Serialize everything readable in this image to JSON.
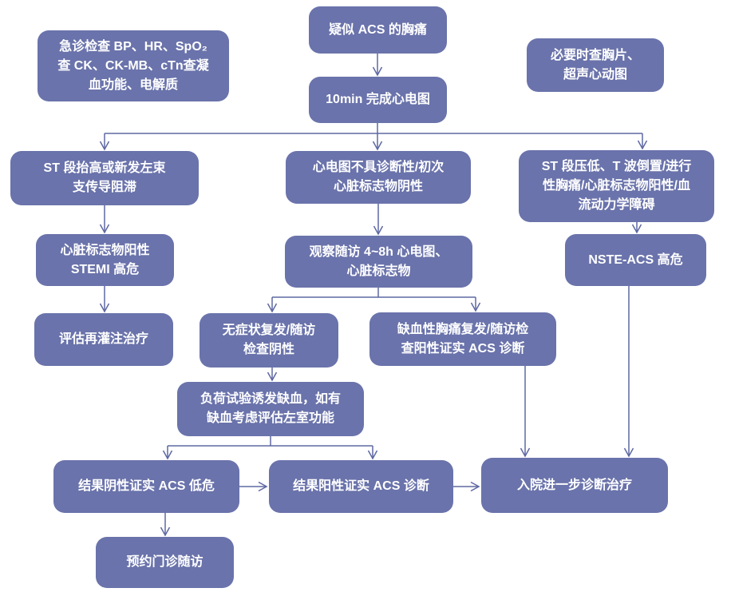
{
  "diagram": {
    "colors": {
      "node_fill": "#6a73ab",
      "node_text": "#ffffff",
      "connector": "#5e68a2",
      "background": "#ffffff"
    },
    "nodes": {
      "note_left": {
        "kind": "note",
        "text": "急诊检查 BP、HR、SpO₂\n查 CK、CK-MB、cTn查凝\n血功能、电解质"
      },
      "start": {
        "kind": "step",
        "text": "疑似 ACS 的胸痛"
      },
      "note_right": {
        "kind": "note",
        "text": "必要时查胸片、\n超声心动图"
      },
      "ecg10": {
        "kind": "step",
        "text": "10min 完成心电图"
      },
      "st_elev": {
        "kind": "step",
        "text": "ST 段抬高或新发左束\n支传导阻滞"
      },
      "nondiag": {
        "kind": "step",
        "text": "心电图不具诊断性/初次\n心脏标志物阴性"
      },
      "st_depr": {
        "kind": "step",
        "text": "ST 段压低、T 波倒置/进行\n性胸痛/心脏标志物阳性/血\n流动力学障碍"
      },
      "stemi": {
        "kind": "step",
        "text": "心脏标志物阳性\nSTEMI 高危"
      },
      "observe": {
        "kind": "step",
        "text": "观察随访 4~8h 心电图、\n心脏标志物"
      },
      "nste": {
        "kind": "step",
        "text": "NSTE-ACS 高危"
      },
      "reperf": {
        "kind": "step",
        "text": "评估再灌注治疗"
      },
      "asympt": {
        "kind": "step",
        "text": "无症状复发/随访\n检查阴性"
      },
      "ischemic": {
        "kind": "step",
        "text": "缺血性胸痛复发/随访检\n查阳性证实 ACS 诊断"
      },
      "stress": {
        "kind": "step",
        "text": "负荷试验诱发缺血，如有\n缺血考虑评估左室功能"
      },
      "neg": {
        "kind": "step",
        "text": "结果阴性证实 ACS 低危"
      },
      "pos": {
        "kind": "step",
        "text": "结果阳性证实 ACS 诊断"
      },
      "admit": {
        "kind": "step",
        "text": "入院进一步诊断治疗"
      },
      "followup": {
        "kind": "step",
        "text": "预约门诊随访"
      }
    },
    "edges": [
      {
        "from": "start",
        "to": "ecg10"
      },
      {
        "from": "ecg10",
        "to": "st_elev"
      },
      {
        "from": "ecg10",
        "to": "nondiag"
      },
      {
        "from": "ecg10",
        "to": "st_depr"
      },
      {
        "from": "st_elev",
        "to": "stemi"
      },
      {
        "from": "stemi",
        "to": "reperf"
      },
      {
        "from": "nondiag",
        "to": "observe"
      },
      {
        "from": "st_depr",
        "to": "nste"
      },
      {
        "from": "observe",
        "to": "asympt"
      },
      {
        "from": "observe",
        "to": "ischemic"
      },
      {
        "from": "asympt",
        "to": "stress"
      },
      {
        "from": "ischemic",
        "to": "admit"
      },
      {
        "from": "nste",
        "to": "admit"
      },
      {
        "from": "stress",
        "to": "neg"
      },
      {
        "from": "stress",
        "to": "pos"
      },
      {
        "from": "neg",
        "to": "pos"
      },
      {
        "from": "pos",
        "to": "admit"
      },
      {
        "from": "neg",
        "to": "followup"
      }
    ]
  }
}
